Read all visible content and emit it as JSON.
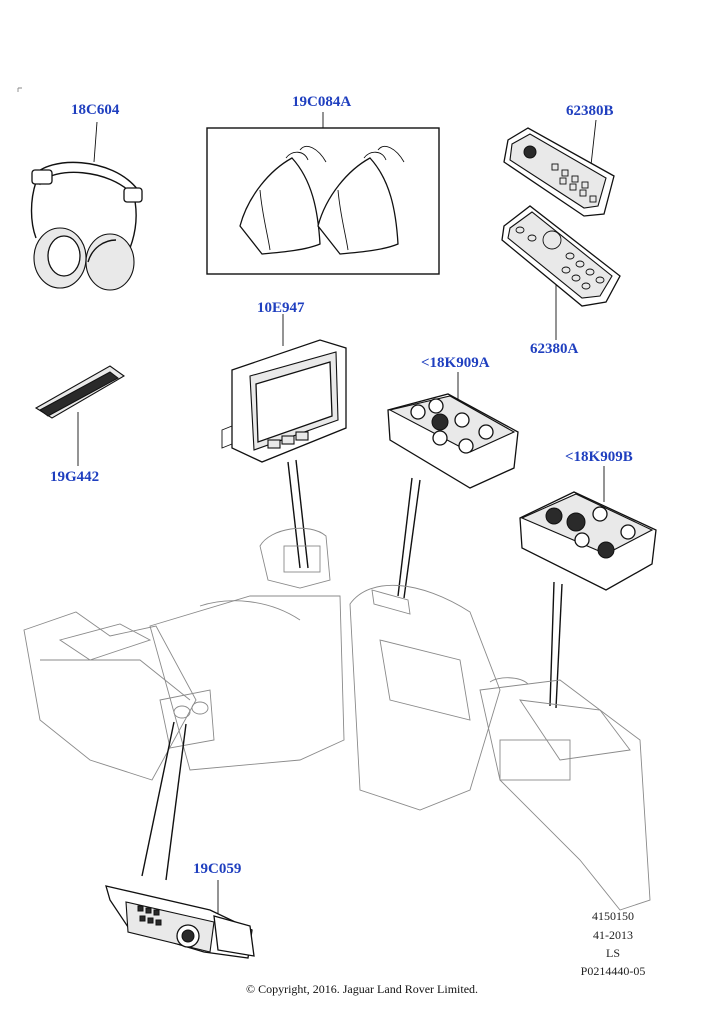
{
  "callouts": {
    "headphones": "18C604",
    "storage_bags": "19C084A",
    "remote_b": "62380B",
    "remote_a": "62380A",
    "display_unit": "10E947",
    "bracket": "19G442",
    "switch_a": "<18K909A",
    "switch_b": "<18K909B",
    "connector_panel": "19C059"
  },
  "reference_block": {
    "line1": "4150150",
    "line2": "41-2013",
    "line3": "LS",
    "line4": "P0214440-05"
  },
  "copyright": "© Copyright, 2016. Jaguar Land Rover Limited.",
  "colors": {
    "callout_text": "#1f3fbf",
    "line_art": "#111111"
  }
}
